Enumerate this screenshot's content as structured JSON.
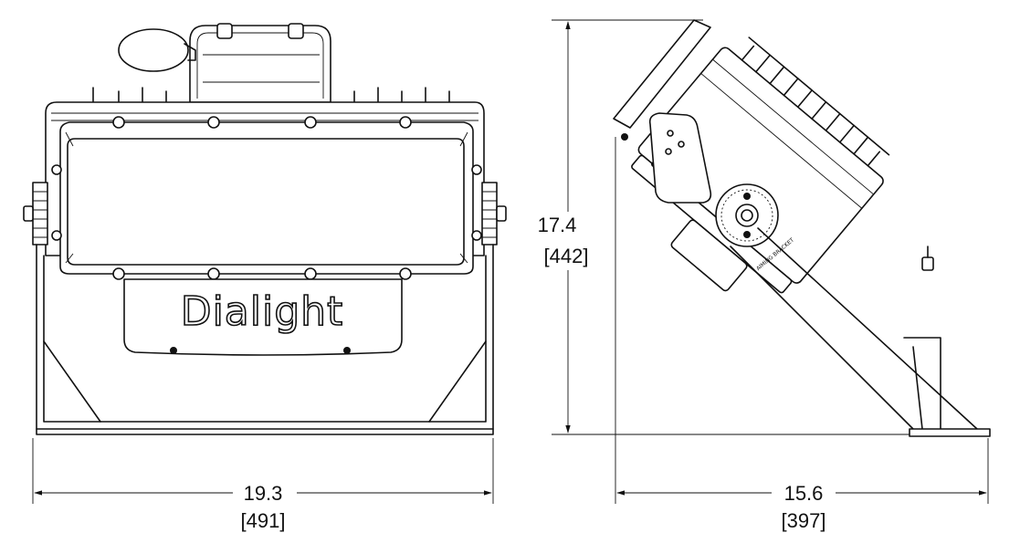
{
  "front_view": {
    "brand_label": "Dialight",
    "width_dimension": {
      "inches": "19.3",
      "mm": "[491]"
    }
  },
  "side_view": {
    "height_dimension": {
      "inches": "17.4",
      "mm": "[442]"
    },
    "depth_dimension": {
      "inches": "15.6",
      "mm": "[397]"
    },
    "bracket_label": "AIMING BRACKET"
  },
  "colors": {
    "line": "#111111",
    "background": "#ffffff"
  }
}
